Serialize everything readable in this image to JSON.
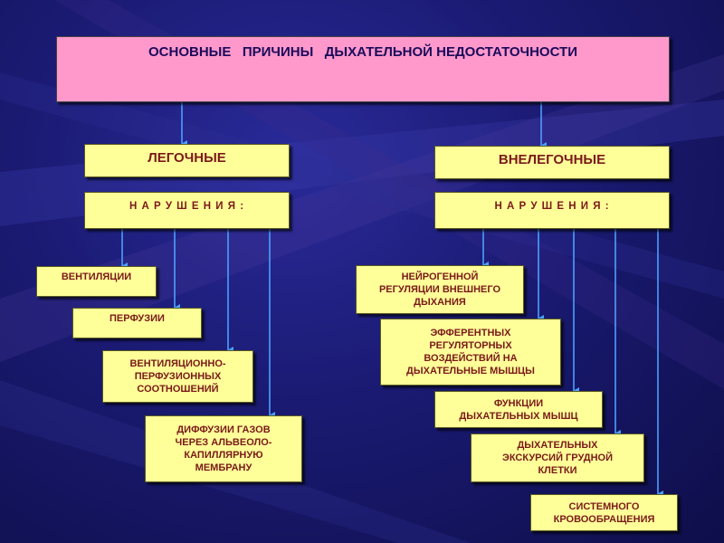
{
  "diagram": {
    "title": "ОСНОВНЫЕ   ПРИЧИНЫ   ДЫХАТЕЛЬНОЙ НЕДОСТАТОЧНОСТИ",
    "left": {
      "category": "ЛЕГОЧНЫЕ",
      "subtitle": "Н А Р У Ш Е Н И Я :",
      "items": [
        "ВЕНТИЛЯЦИИ",
        "ПЕРФУЗИИ",
        "ВЕНТИЛЯЦИОННО-\nПЕРФУЗИОННЫХ\nСООТНОШЕНИЙ",
        "ДИФФУЗИИ  ГАЗОВ\nЧЕРЕЗ АЛЬВЕОЛО-\nКАПИЛЛЯРНУЮ\nМЕМБРАНУ"
      ]
    },
    "right": {
      "category": "ВНЕЛЕГОЧНЫЕ",
      "subtitle": "Н А Р У Ш Е Н И Я :",
      "items": [
        "НЕЙРОГЕННОЙ\nРЕГУЛЯЦИИ ВНЕШНЕГО\nДЫХАНИЯ",
        "ЭФФЕРЕНТНЫХ\nРЕГУЛЯТОРНЫХ\nВОЗДЕЙСТВИЙ  НА\nДЫХАТЕЛЬНЫЕ  МЫШЦЫ",
        "ФУНКЦИИ\nДЫХАТЕЛЬНЫХ МЫШЦ",
        "ДЫХАТЕЛЬНЫХ\nЭКСКУРСИЙ ГРУДНОЙ\nКЛЕТКИ",
        "СИСТЕМНОГО\nКРОВООБРАЩЕНИЯ"
      ]
    }
  },
  "colors": {
    "title_box": "#ff99cc",
    "box": "#ffff99",
    "text": "#7a1a1a",
    "connector": "#4aa0ff"
  }
}
